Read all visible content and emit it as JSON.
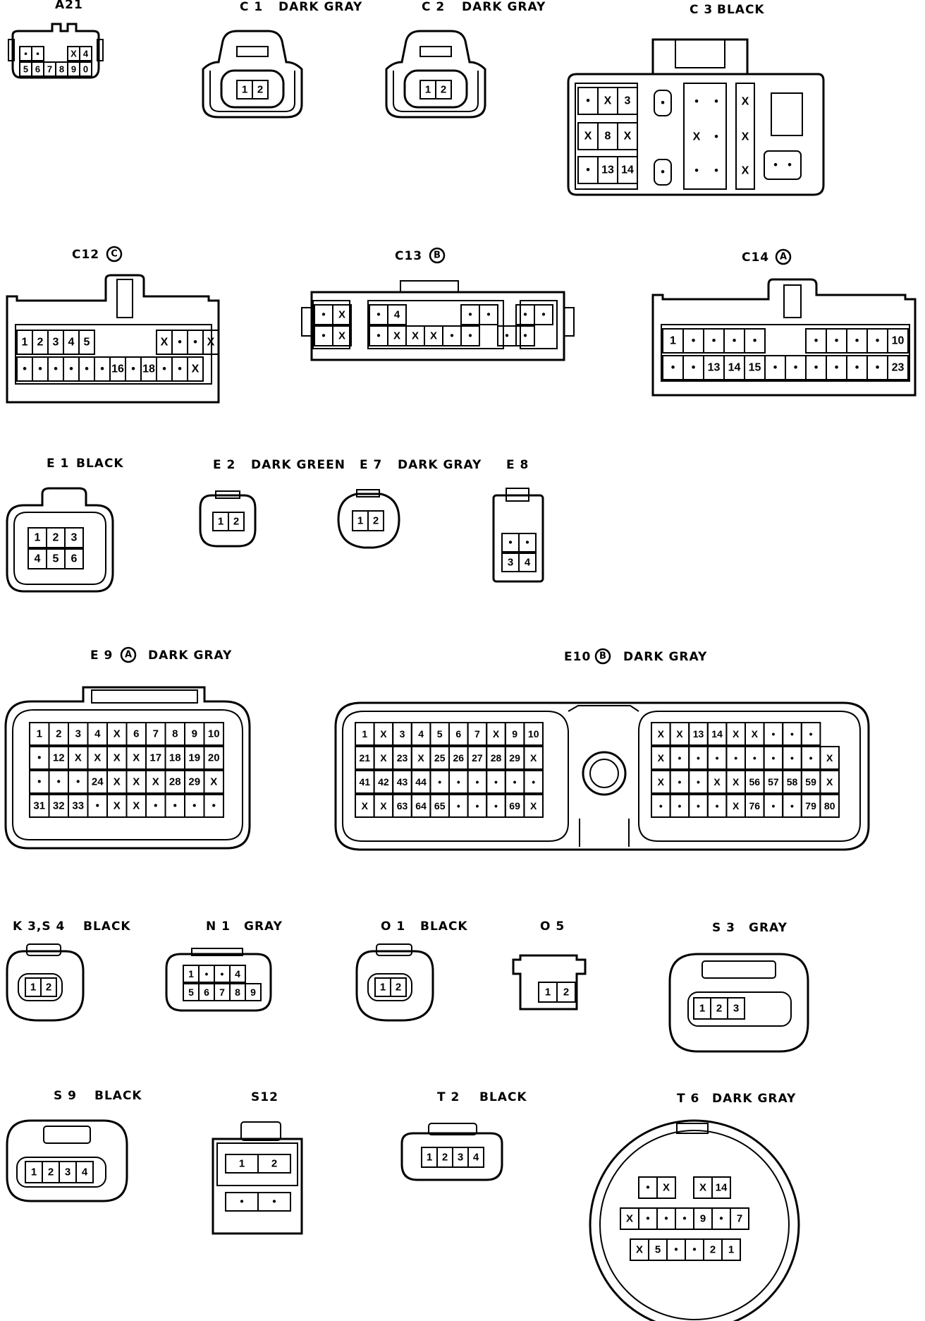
{
  "connectors": [
    {
      "id": "A21",
      "label": "A21",
      "badge": "",
      "color": "",
      "rows": [
        [
          "•",
          "•",
          "",
          "",
          "X",
          "4"
        ],
        [
          "5",
          "6",
          "7",
          "8",
          "9",
          "0"
        ]
      ]
    },
    {
      "id": "C1",
      "label": "C 1",
      "badge": "",
      "color": "DARK GRAY",
      "rows": [
        [
          "1",
          "2"
        ]
      ]
    },
    {
      "id": "C2",
      "label": "C 2",
      "badge": "",
      "color": "DARK GRAY",
      "rows": [
        [
          "1",
          "2"
        ]
      ]
    },
    {
      "id": "C3",
      "label": "C 3",
      "badge": "",
      "color": "BLACK",
      "rows": [
        [
          "•",
          "X",
          "3",
          "•",
          "•",
          "•",
          "X"
        ],
        [
          "X",
          "8",
          "X",
          "",
          "X",
          "•",
          "X"
        ],
        [
          "•",
          "13",
          "14",
          "•",
          "•",
          "•",
          "X"
        ]
      ],
      "extra": [
        "•",
        "•"
      ]
    },
    {
      "id": "C12",
      "label": "C12",
      "badge": "C",
      "color": "",
      "rows": [
        [
          "1",
          "2",
          "3",
          "4",
          "5",
          "",
          "",
          "",
          "",
          "X",
          "•",
          "•",
          "X"
        ],
        [
          "•",
          "•",
          "•",
          "•",
          "•",
          "•",
          "16",
          "•",
          "18",
          "•",
          "•",
          "X"
        ]
      ]
    },
    {
      "id": "C13",
      "label": "C13",
      "badge": "B",
      "color": "",
      "rows": [
        [
          "•",
          "X",
          "",
          "•",
          "4",
          "",
          "",
          "",
          "•",
          "•",
          "",
          "•",
          "•"
        ],
        [
          "•",
          "X",
          "",
          "•",
          "X",
          "X",
          "X",
          "•",
          "•",
          "",
          "•",
          "•"
        ]
      ]
    },
    {
      "id": "C14",
      "label": "C14",
      "badge": "A",
      "color": "",
      "rows": [
        [
          "1",
          "•",
          "•",
          "•",
          "•",
          "",
          "",
          "•",
          "•",
          "•",
          "•",
          "10"
        ],
        [
          "•",
          "•",
          "13",
          "14",
          "15",
          "•",
          "•",
          "•",
          "•",
          "•",
          "•",
          "23"
        ]
      ]
    },
    {
      "id": "E1",
      "label": "E 1",
      "badge": "",
      "color": "BLACK",
      "rows": [
        [
          "1",
          "2",
          "3"
        ],
        [
          "4",
          "5",
          "6"
        ]
      ]
    },
    {
      "id": "E2",
      "label": "E 2",
      "badge": "",
      "color": "DARK GREEN",
      "rows": [
        [
          "1",
          "2"
        ]
      ]
    },
    {
      "id": "E7",
      "label": "E 7",
      "badge": "",
      "color": "DARK GRAY",
      "rows": [
        [
          "1",
          "2"
        ]
      ]
    },
    {
      "id": "E8",
      "label": "E 8",
      "badge": "",
      "color": "",
      "rows": [
        [
          "•",
          "•"
        ],
        [
          "3",
          "4"
        ]
      ]
    },
    {
      "id": "E9",
      "label": "E 9",
      "badge": "A",
      "color": "DARK GRAY",
      "rows": [
        [
          "1",
          "2",
          "3",
          "4",
          "X",
          "6",
          "7",
          "8",
          "9",
          "10"
        ],
        [
          "•",
          "12",
          "X",
          "X",
          "X",
          "X",
          "17",
          "18",
          "19",
          "20"
        ],
        [
          "•",
          "•",
          "•",
          "24",
          "X",
          "X",
          "X",
          "28",
          "29",
          "X"
        ],
        [
          "31",
          "32",
          "33",
          "•",
          "X",
          "X",
          "•",
          "•",
          "•",
          "•"
        ]
      ]
    },
    {
      "id": "E10",
      "label": "E10",
      "badge": "B",
      "color": "DARK GRAY",
      "left": [
        [
          "1",
          "X",
          "3",
          "4",
          "5",
          "6",
          "7",
          "X",
          "9",
          "10"
        ],
        [
          "21",
          "X",
          "23",
          "X",
          "25",
          "26",
          "27",
          "28",
          "29",
          "X"
        ],
        [
          "41",
          "42",
          "43",
          "44",
          "•",
          "•",
          "•",
          "•",
          "•",
          "•"
        ],
        [
          "X",
          "X",
          "63",
          "64",
          "65",
          "•",
          "•",
          "•",
          "69",
          "X"
        ]
      ],
      "right": [
        [
          "X",
          "X",
          "13",
          "14",
          "X",
          "X",
          "•",
          "•",
          "•"
        ],
        [
          "X",
          "•",
          "•",
          "•",
          "•",
          "•",
          "•",
          "•",
          "•",
          "X"
        ],
        [
          "X",
          "•",
          "•",
          "X",
          "X",
          "56",
          "57",
          "58",
          "59",
          "X"
        ],
        [
          "•",
          "•",
          "•",
          "•",
          "X",
          "76",
          "•",
          "•",
          "79",
          "80"
        ]
      ]
    },
    {
      "id": "K3S4",
      "label": "K 3,S 4",
      "badge": "",
      "color": "BLACK",
      "rows": [
        [
          "1",
          "2"
        ]
      ]
    },
    {
      "id": "N1",
      "label": "N 1",
      "badge": "",
      "color": "GRAY",
      "rows": [
        [
          "1",
          "•",
          "•",
          "4"
        ],
        [
          "5",
          "6",
          "7",
          "8",
          "9"
        ]
      ]
    },
    {
      "id": "O1",
      "label": "O 1",
      "badge": "",
      "color": "BLACK",
      "rows": [
        [
          "1",
          "2"
        ]
      ]
    },
    {
      "id": "O5",
      "label": "O 5",
      "badge": "",
      "color": "",
      "rows": [
        [
          "1",
          "2"
        ]
      ]
    },
    {
      "id": "S3",
      "label": "S 3",
      "badge": "",
      "color": "GRAY",
      "rows": [
        [
          "1",
          "2",
          "3"
        ]
      ]
    },
    {
      "id": "S9",
      "label": "S 9",
      "badge": "",
      "color": "BLACK",
      "rows": [
        [
          "1",
          "2",
          "3",
          "4"
        ]
      ]
    },
    {
      "id": "S12",
      "label": "S12",
      "badge": "",
      "color": "",
      "rows": [
        [
          "1",
          "2"
        ],
        [
          "•",
          "•"
        ]
      ]
    },
    {
      "id": "T2",
      "label": "T 2",
      "badge": "",
      "color": "BLACK",
      "rows": [
        [
          "1",
          "2",
          "3",
          "4"
        ]
      ]
    },
    {
      "id": "T6",
      "label": "T 6",
      "badge": "",
      "color": "DARK GRAY",
      "rows": [
        [
          "•",
          "X",
          "",
          "X",
          "14"
        ],
        [
          "X",
          "•",
          "•",
          "•",
          "9",
          "•",
          "7"
        ],
        [
          "X",
          "5",
          "•",
          "•",
          "2",
          "1"
        ]
      ]
    }
  ]
}
